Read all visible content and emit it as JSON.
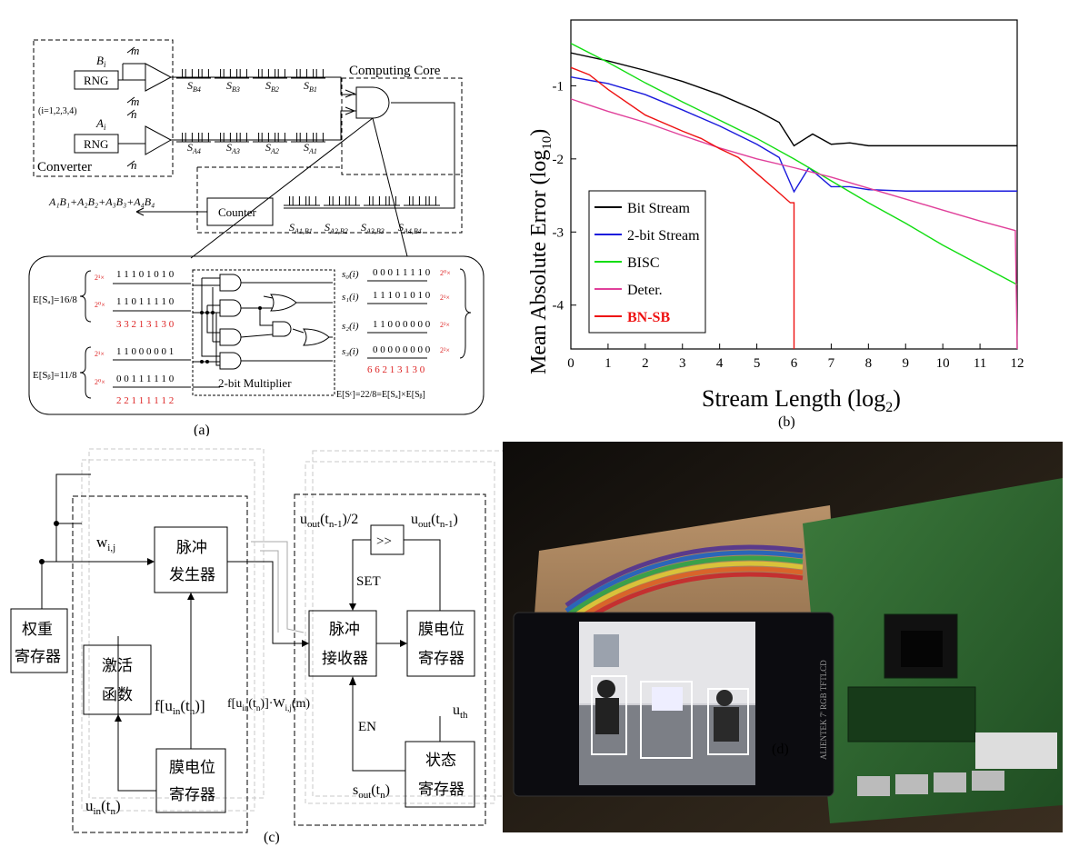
{
  "panel_a": {
    "caption": "(a)",
    "b_input": "B",
    "b_sub": "i",
    "a_input": "A",
    "a_sub": "i",
    "rng": "RNG",
    "index_note": "(i=1,2,3,4)",
    "m": "m",
    "n": "n",
    "converter": "Converter",
    "computing_core": "Computing Core",
    "counter": "Counter",
    "result": "A₁B₁+A₂B₂+A₃B₃+A₄B₄",
    "sb_labels": [
      "Sʙ₄",
      "Sʙ₃",
      "Sʙ₂",
      "Sʙ₁"
    ],
    "sb_main": "S",
    "sb_subs": [
      "B4",
      "B3",
      "B2",
      "B1"
    ],
    "sa_subs": [
      "A4",
      "A3",
      "A2",
      "A1"
    ],
    "sab_subs": [
      "A1,B1",
      "A2,B2",
      "A3,B3",
      "A4,B4"
    ],
    "ea_label": "E[Sₐ]=16/8",
    "eb_label": "E[Sᵦ]=11/8",
    "ec_label": "E[Sᶜ]=22/8=E[Sₐ]×E[Sᵦ]",
    "pow1": "2¹×",
    "pow0": "2⁰×",
    "pow2": "2²×",
    "bits_a1": "1 1 1 0 1 0 1 0",
    "bits_a0": "1 1 0 1 1 1 1 0",
    "sum_a": "3 3 2 1 3 1 3 0",
    "bits_b1": "1 1 0 0 0 0 0 1",
    "bits_b0": "0 0 1 1 1 1 1 0",
    "sum_b": "2 2 1 1 1 1 1 2",
    "s0": "s₀(i)",
    "s1": "s₁(i)",
    "s2": "s₂(i)",
    "s3": "s₃(i)",
    "bits_s0": "0 0 0 1 1 1 1 0",
    "bits_s1": "1 1 1 0 1 0 1 0",
    "bits_s2": "1 1 0 0 0 0 0 0",
    "bits_s3": "0 0 0 0 0 0 0 0",
    "sum_s": "6 6 2 1 3 1 3 0",
    "multiplier": "2-bit Multiplier"
  },
  "panel_c": {
    "caption": "(c)",
    "weight_reg": "权重\n寄存器",
    "weight_reg_l1": "权重",
    "weight_reg_l2": "寄存器",
    "wij": "w",
    "wij_sub": "i,j",
    "pulse_gen_l1": "脉冲",
    "pulse_gen_l2": "发生器",
    "activation_l1": "激活",
    "activation_l2": "函数",
    "membrane_l1": "膜电位",
    "membrane_l2": "寄存器",
    "f_uin": "f[u",
    "f_uin_rest": "(t",
    "uin": "u",
    "product_label": "f[u",
    "receiver_l1": "脉冲",
    "receiver_l2": "接收器",
    "mem_reg2_l1": "膜电位",
    "mem_reg2_l2": "寄存器",
    "state_reg_l1": "状态",
    "state_reg_l2": "寄存器",
    "shift": ">>",
    "set": "SET",
    "en": "EN",
    "uout_half": "u",
    "uout": "u",
    "uth": "u",
    "sout": "s"
  },
  "panel_d": {
    "caption": "(d)",
    "board_text": "ALIENTEK 7' RGB TFTLCD"
  },
  "chart_data": {
    "type": "line",
    "caption": "(b)",
    "xlabel": "Stream Length (log",
    "xlabel_sub": "2",
    "ylabel": "Mean Absolute Error (log",
    "ylabel_sub": "10",
    "xlim": [
      0,
      12
    ],
    "ylim": [
      -4.6,
      -0.1
    ],
    "x_ticks": [
      0,
      1,
      2,
      3,
      4,
      5,
      6,
      7,
      8,
      9,
      10,
      11,
      12
    ],
    "y_ticks": [
      -1,
      -2,
      -3,
      -4
    ],
    "legend_position": "bottom-left",
    "series": [
      {
        "name": "Bit Stream",
        "color": "#000000",
        "x": [
          0,
          1,
          2,
          3,
          4,
          5,
          5.6,
          6,
          6.5,
          7,
          7.5,
          8,
          9,
          10,
          11,
          12
        ],
        "y": [
          -0.55,
          -0.66,
          -0.79,
          -0.94,
          -1.12,
          -1.34,
          -1.5,
          -1.82,
          -1.66,
          -1.8,
          -1.78,
          -1.82,
          -1.82,
          -1.82,
          -1.82,
          -1.82
        ]
      },
      {
        "name": "2-bit Stream",
        "color": "#1a1adc",
        "x": [
          0,
          1,
          2,
          3,
          4,
          5,
          5.6,
          6,
          6.4,
          7,
          7.5,
          8,
          9,
          10,
          11,
          12
        ],
        "y": [
          -0.88,
          -0.97,
          -1.12,
          -1.33,
          -1.55,
          -1.8,
          -1.98,
          -2.45,
          -2.12,
          -2.38,
          -2.38,
          -2.42,
          -2.44,
          -2.44,
          -2.44,
          -2.44
        ]
      },
      {
        "name": "BISC",
        "color": "#11dd11",
        "x": [
          0,
          1,
          2,
          3,
          4,
          5,
          6,
          7,
          8,
          9,
          10,
          11,
          12
        ],
        "y": [
          -0.42,
          -0.68,
          -0.96,
          -1.22,
          -1.47,
          -1.72,
          -2.0,
          -2.3,
          -2.6,
          -2.88,
          -3.18,
          -3.45,
          -3.72
        ]
      },
      {
        "name": "Deter.",
        "color": "#e0409a",
        "x": [
          0,
          1,
          2,
          3,
          4,
          5,
          6,
          7,
          8,
          9,
          10,
          11,
          11.95,
          12
        ],
        "y": [
          -1.18,
          -1.35,
          -1.5,
          -1.68,
          -1.85,
          -2.0,
          -2.12,
          -2.25,
          -2.4,
          -2.55,
          -2.7,
          -2.85,
          -2.98,
          -4.6
        ]
      },
      {
        "name": "BN-SB",
        "color": "#ee1111",
        "x": [
          0,
          0.5,
          1,
          2,
          3,
          3.5,
          4,
          4.5,
          5,
          5.5,
          5.9,
          6,
          6.0
        ],
        "y": [
          -0.75,
          -0.85,
          -1.05,
          -1.4,
          -1.62,
          -1.72,
          -1.86,
          -1.98,
          -2.2,
          -2.42,
          -2.6,
          -2.6,
          -4.6
        ]
      }
    ]
  }
}
